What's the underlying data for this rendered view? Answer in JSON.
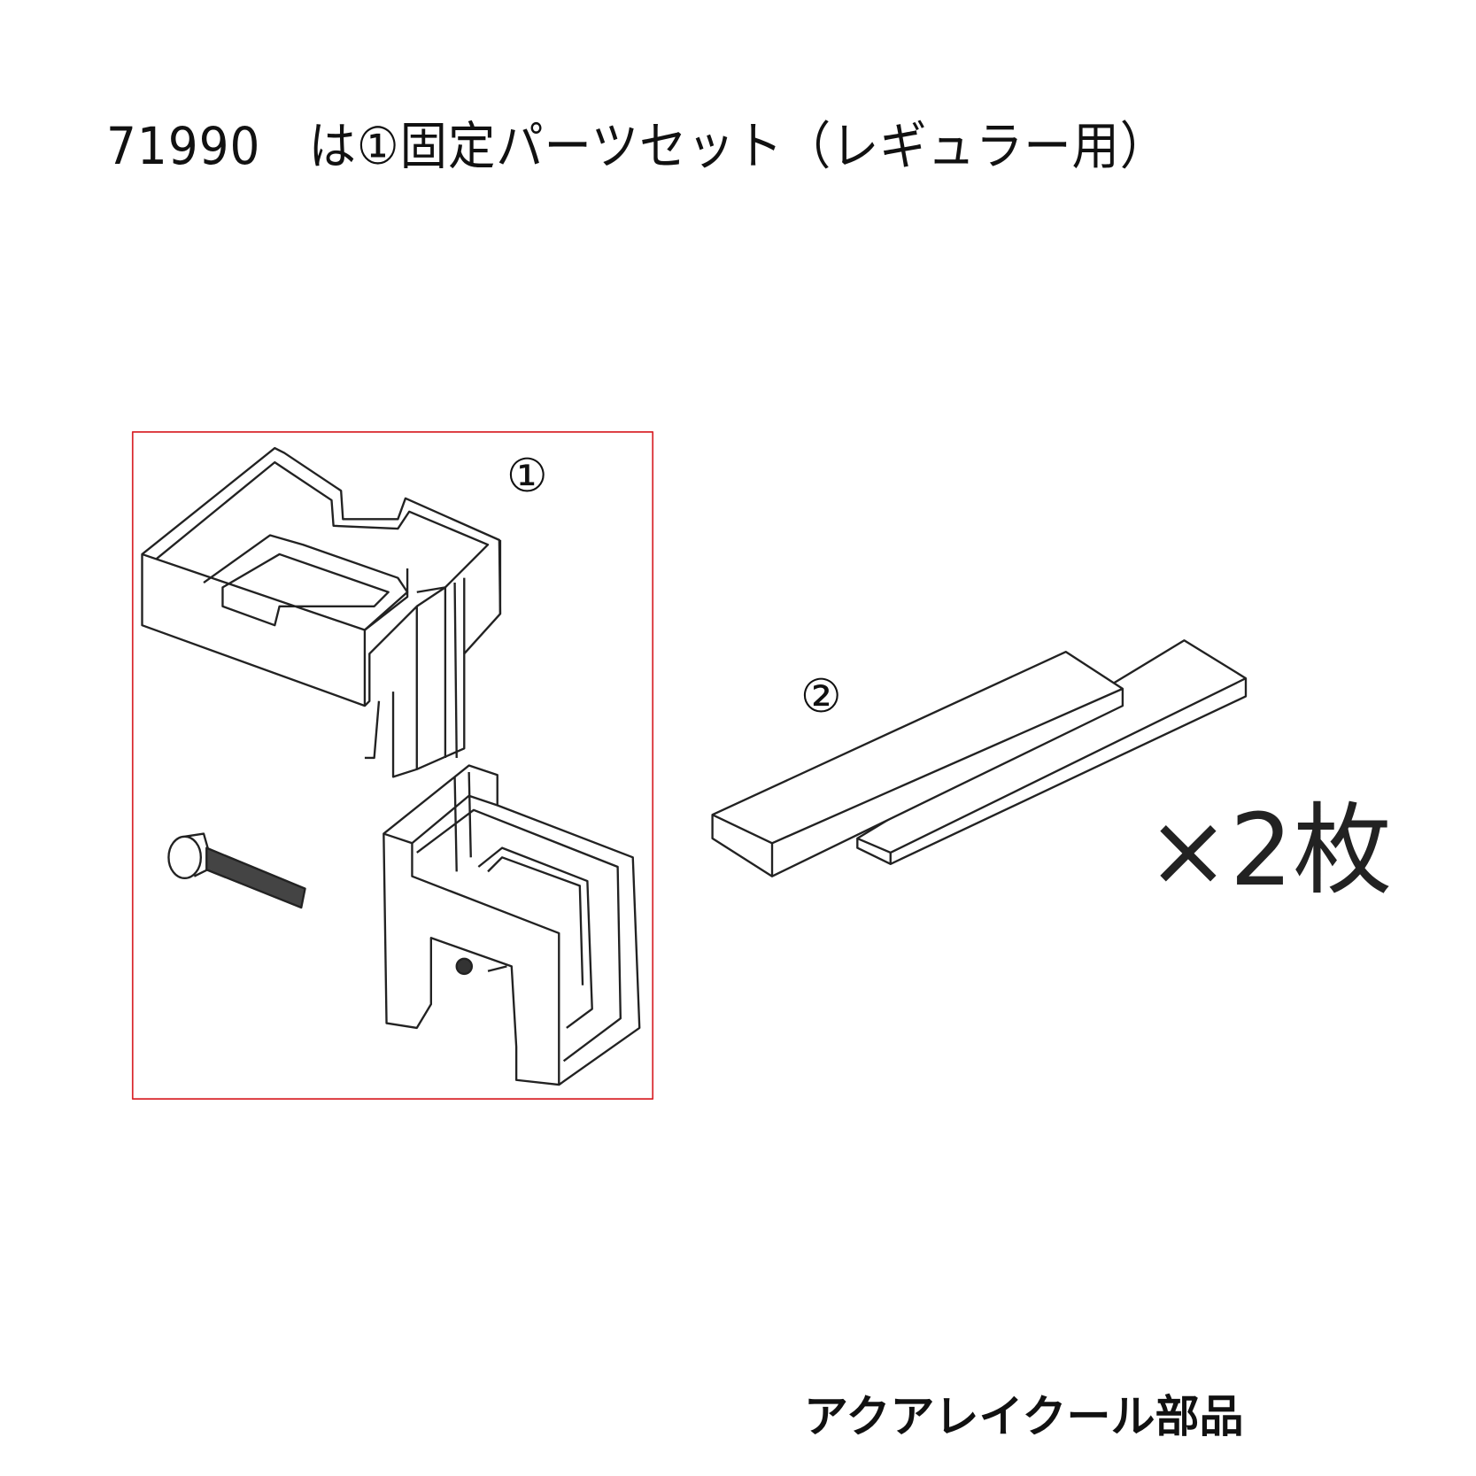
{
  "title": "71990　は①固定パーツセット（レギュラー用）",
  "footer": "アクアレイクール部品",
  "callouts": {
    "part1": "①",
    "part2": "②"
  },
  "quantity": "×2枚",
  "colors": {
    "frame": "#d9262c",
    "line": "#222222"
  }
}
